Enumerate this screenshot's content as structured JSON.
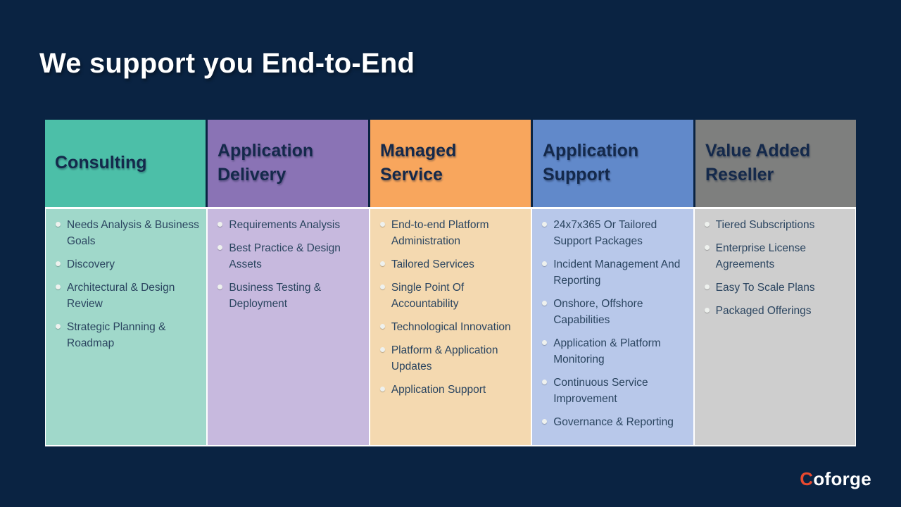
{
  "slide": {
    "title": "We support you End-to-End",
    "background_color": "#0a2342"
  },
  "logo": {
    "text_accent": "C",
    "text_rest": "oforge",
    "accent_color": "#e8492f",
    "text_color": "#ffffff"
  },
  "table": {
    "header_text_color": "#14294b",
    "body_text_color": "#2b4560",
    "bullet_color": "#eef1ee",
    "columns": [
      {
        "title": "Consulting",
        "header_color": "#4cbfa8",
        "body_color": "#a0d8ca",
        "items": [
          "Needs Analysis & Business Goals",
          "Discovery",
          "Architectural & Design Review",
          "Strategic Planning & Roadmap"
        ]
      },
      {
        "title": "Application Delivery",
        "header_color": "#8a73b5",
        "body_color": "#c7b9de",
        "items": [
          "Requirements Analysis",
          "Best Practice & Design Assets",
          "Business Testing & Deployment"
        ]
      },
      {
        "title": "Managed Service",
        "header_color": "#f8a65d",
        "body_color": "#f4d9b0",
        "items": [
          "End-to-end Platform Administration",
          "Tailored Services",
          "Single Point Of Accountability",
          "Technological Innovation",
          "Platform & Application Updates",
          "Application Support"
        ]
      },
      {
        "title": "Application Support",
        "header_color": "#6189ca",
        "body_color": "#b8c8ea",
        "items": [
          "24x7x365 Or Tailored Support Packages",
          "Incident Management And Reporting",
          "Onshore, Offshore Capabilities",
          "Application & Platform Monitoring",
          "Continuous Service Improvement",
          "Governance & Reporting"
        ]
      },
      {
        "title": "Value Added Reseller",
        "header_color": "#7e7f7e",
        "body_color": "#cecece",
        "items": [
          "Tiered Subscriptions",
          "Enterprise License Agreements",
          "Easy To Scale Plans",
          "Packaged Offerings"
        ]
      }
    ]
  }
}
